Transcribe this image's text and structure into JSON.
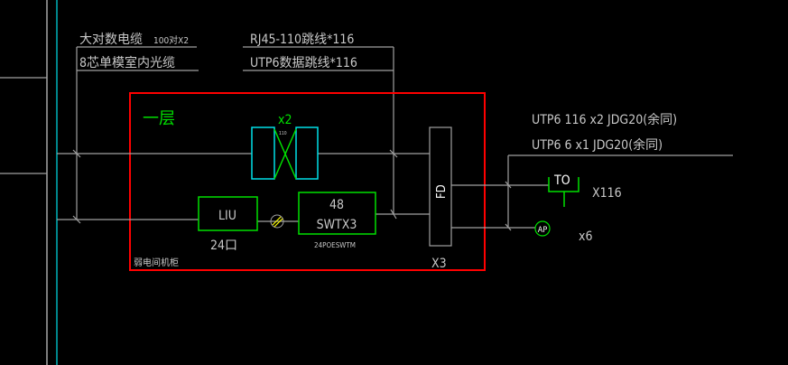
{
  "labels": {
    "cable_a": "大对数电缆",
    "cable_a_spec": "100对X2",
    "cable_b": "8芯单模室内光缆",
    "jumper_a": "RJ45-110跳线*116",
    "jumper_b": "UTP6数据跳线*116",
    "floor": "一层",
    "patch_count": "x2",
    "patch_type": "110",
    "liu": "LIU",
    "liu_ports": "24口",
    "switch_ports": "48",
    "switch_name": "SWTX3",
    "switch_sub": "24POESWTM",
    "cabinet": "弱电间机柜",
    "fd": "FD",
    "fd_count": "X3",
    "out_line_a": "UTP6 116  x2  JDG20(余同)",
    "out_line_b": "UTP6  6 x1  JDG20(余同)",
    "to": "TO",
    "to_count": "X116",
    "ap": "AP",
    "ap_count": "x6"
  },
  "colors": {
    "frame": "#ff0000",
    "device": "#00e000",
    "panel": "#00e0e8",
    "line": "#a0a0a0"
  }
}
